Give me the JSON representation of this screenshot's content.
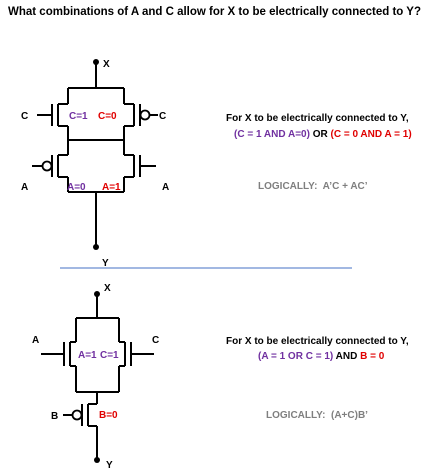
{
  "question": "What combinations of A and C allow for X to be electrically connected to Y?",
  "colors": {
    "purple": "#7030A0",
    "red": "#E00000",
    "gray": "#7F7F7F",
    "divider": "#4472C4",
    "wire": "#000000"
  },
  "circuit1": {
    "node_x": "X",
    "node_y": "Y",
    "gate_left_top": "C",
    "gate_right_top": "C",
    "gate_left_bottom": "A",
    "gate_right_bottom": "A",
    "label_c1": "C=1",
    "label_c0": "C=0",
    "label_a0": "A=0",
    "label_a1": "A=1",
    "explain_line1": "For X to be electrically connected to Y,",
    "explain_line2": {
      "p1": "(C = 1 AND A=0)",
      "p2": " OR ",
      "p3": "(C = 0 AND A = 1)"
    },
    "logic": "LOGICALLY:  A’C + AC’"
  },
  "circuit2": {
    "node_x": "X",
    "node_y": "Y",
    "gate_a": "A",
    "gate_c": "C",
    "gate_b": "B",
    "label_a1": "A=1",
    "label_c1": "C=1",
    "label_b0": "B=0",
    "explain_line1": "For X to be electrically connected to Y,",
    "explain_line2": {
      "p1": "(A = 1 OR C = 1)",
      "p2": " AND ",
      "p3": "B = 0"
    },
    "logic": "LOGICALLY:  (A+C)B’"
  }
}
